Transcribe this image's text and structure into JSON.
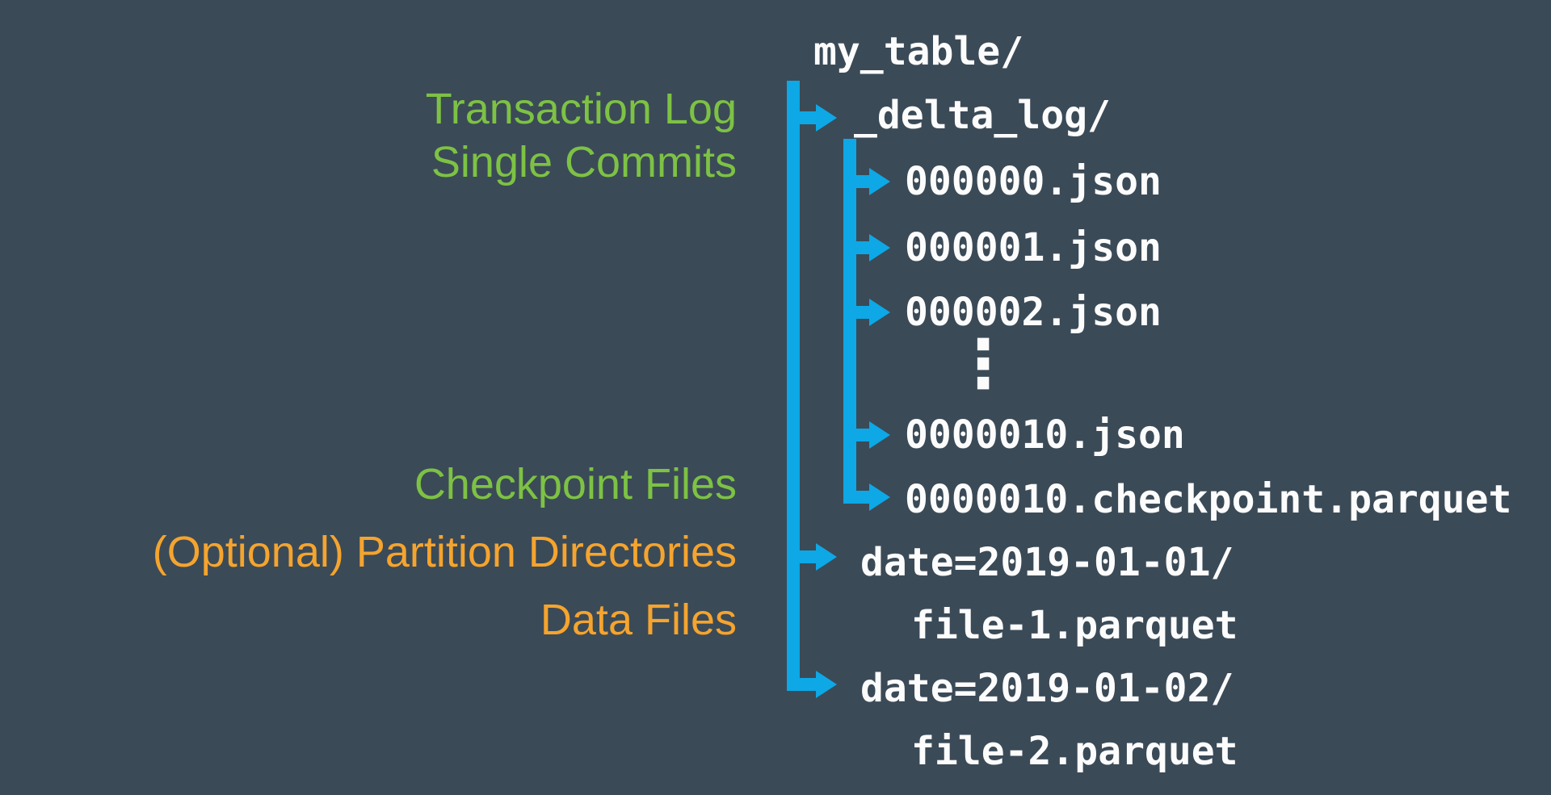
{
  "diagram": {
    "description_labels": {
      "transaction_log": "Transaction Log",
      "single_commits": "Single Commits",
      "checkpoint_files": "Checkpoint Files",
      "partition_directories": "(Optional) Partition Directories",
      "data_files": "Data Files"
    },
    "tree": {
      "root_dir": "my_table/",
      "delta_log_dir": "_delta_log/",
      "commits": [
        "000000.json",
        "000001.json",
        "000002.json"
      ],
      "ellipsis": "⋮",
      "later_commit": "0000010.json",
      "checkpoint_file": "0000010.checkpoint.parquet",
      "partitions": [
        {
          "dir": "date=2019-01-01/",
          "file": "file-1.parquet"
        },
        {
          "dir": "date=2019-01-02/",
          "file": "file-2.parquet"
        }
      ]
    },
    "colors": {
      "background": "#3B4A57",
      "arrow_blue": "#0DA8E5",
      "label_green": "#7DC244",
      "label_orange": "#F5A42E",
      "code_text": "#FCFCFC"
    }
  }
}
